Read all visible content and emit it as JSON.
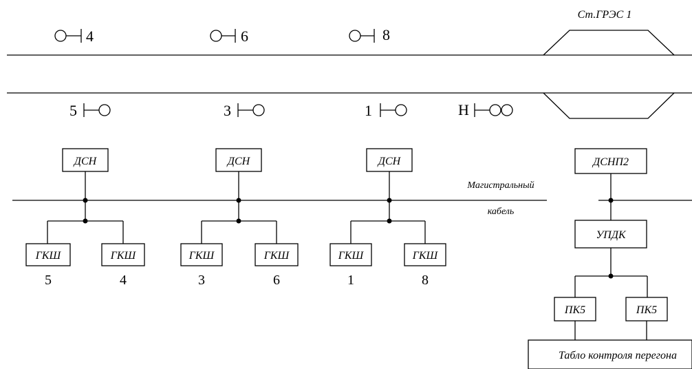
{
  "station": {
    "name": "Ст.ГРЭС 1"
  },
  "signals_top": [
    {
      "label": "4"
    },
    {
      "label": "6"
    },
    {
      "label": "8"
    }
  ],
  "signals_bottom": [
    {
      "label": "5"
    },
    {
      "label": "3"
    },
    {
      "label": "1"
    },
    {
      "label": "Н"
    }
  ],
  "dsn_groups": [
    {
      "dsn": "ДСН",
      "gksh_left": "ГКШ",
      "gksh_right": "ГКШ",
      "num_left": "5",
      "num_right": "4"
    },
    {
      "dsn": "ДСН",
      "gksh_left": "ГКШ",
      "gksh_right": "ГКШ",
      "num_left": "3",
      "num_right": "6"
    },
    {
      "dsn": "ДСН",
      "gksh_left": "ГКШ",
      "gksh_right": "ГКШ",
      "num_left": "1",
      "num_right": "8"
    }
  ],
  "cable_label": {
    "line1": "Магистральный",
    "line2": "кабель"
  },
  "right_block": {
    "dsnp": "ДСНП2",
    "updk": "УПДК",
    "pk_left": "ПК5",
    "pk_right": "ПК5",
    "tablo": "Табло контроля перегона"
  }
}
